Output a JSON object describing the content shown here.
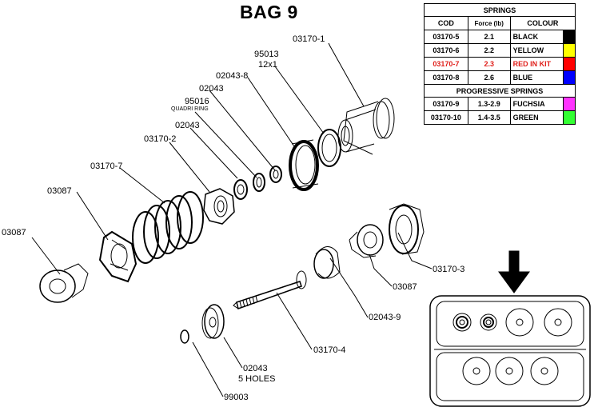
{
  "title": "BAG 9",
  "springs_table": {
    "heading": "SPRINGS",
    "columns": [
      "COD",
      "Force (lb)",
      "COLOUR"
    ],
    "rows": [
      {
        "code": "03170-5",
        "force": "2.1",
        "colour": "BLACK",
        "swatch": "#000000",
        "highlight": false
      },
      {
        "code": "03170-6",
        "force": "2.2",
        "colour": "YELLOW",
        "swatch": "#ffff00",
        "highlight": false
      },
      {
        "code": "03170-7",
        "force": "2.3",
        "colour": "RED IN KIT",
        "swatch": "#ff0000",
        "highlight": true
      },
      {
        "code": "03170-8",
        "force": "2.6",
        "colour": "BLUE",
        "swatch": "#0000ff",
        "highlight": false
      }
    ],
    "progressive_heading": "PROGRESSIVE SPRINGS",
    "progressive_rows": [
      {
        "code": "03170-9",
        "force": "1.3-2.9",
        "colour": "FUCHSIA",
        "swatch": "#ff33ff"
      },
      {
        "code": "03170-10",
        "force": "1.4-3.5",
        "colour": "GREEN",
        "swatch": "#33ff33"
      }
    ]
  },
  "part_labels": {
    "p03170_1": "03170-1",
    "p95013": "95013",
    "p12x1": "12x1",
    "p02043_8": "02043-8",
    "p02043_a": "02043",
    "p95016": "95016",
    "quadri_ring": "QUADRI RING",
    "p02043_b": "02043",
    "p03170_2": "03170-2",
    "p03170_7": "03170-7",
    "p03087_a": "03087",
    "p03087_b": "03087",
    "p03170_3": "03170-3",
    "p03087_c": "03087",
    "p02043_9": "02043-9",
    "p03170_4": "03170-4",
    "p02043_c": "02043",
    "five_holes": "5 HOLES",
    "p99003": "99003"
  },
  "colors": {
    "line": "#000000",
    "highlight_text": "#e0201b"
  }
}
